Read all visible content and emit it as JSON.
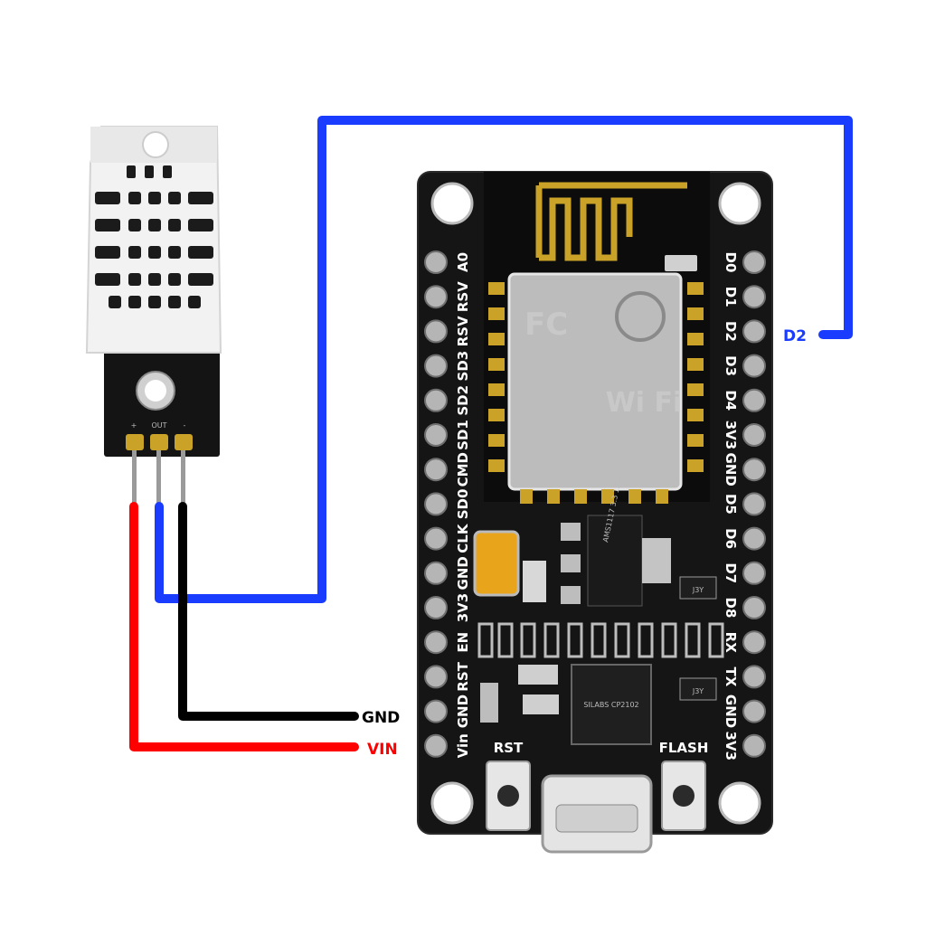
{
  "colors": {
    "wire_vcc": "#ff0000",
    "wire_data": "#1a3cff",
    "wire_gnd": "#000000",
    "pcb": "#151515",
    "gold": "#c9a227",
    "sensor_body": "#f2f2f2"
  },
  "sensor": {
    "pin_labels": {
      "plus": "+",
      "out": "OUT",
      "minus": "-"
    }
  },
  "board": {
    "left_pins": [
      "A0",
      "RSV",
      "RSV",
      "SD3",
      "SD2",
      "SD1",
      "CMD",
      "SD0",
      "CLK",
      "GND",
      "3V3",
      "EN",
      "RST",
      "GND",
      "Vin"
    ],
    "right_pins": [
      "D0",
      "D1",
      "D2",
      "D3",
      "D4",
      "3V3",
      "GND",
      "D5",
      "D6",
      "D7",
      "D8",
      "RX",
      "TX",
      "GND",
      "3V3"
    ],
    "rst_button_label": "RST",
    "flash_button_label": "FLASH",
    "module_brand": "Wi Fi",
    "fc_mark": "FC",
    "regulator_text": "AMS1117 3.3 1552",
    "usb_chip_text": "SILABS CP2102",
    "transistor_text": "J3Y"
  },
  "wires": {
    "data_label": "D2",
    "gnd_label": "GND",
    "vin_label": "VIN"
  }
}
